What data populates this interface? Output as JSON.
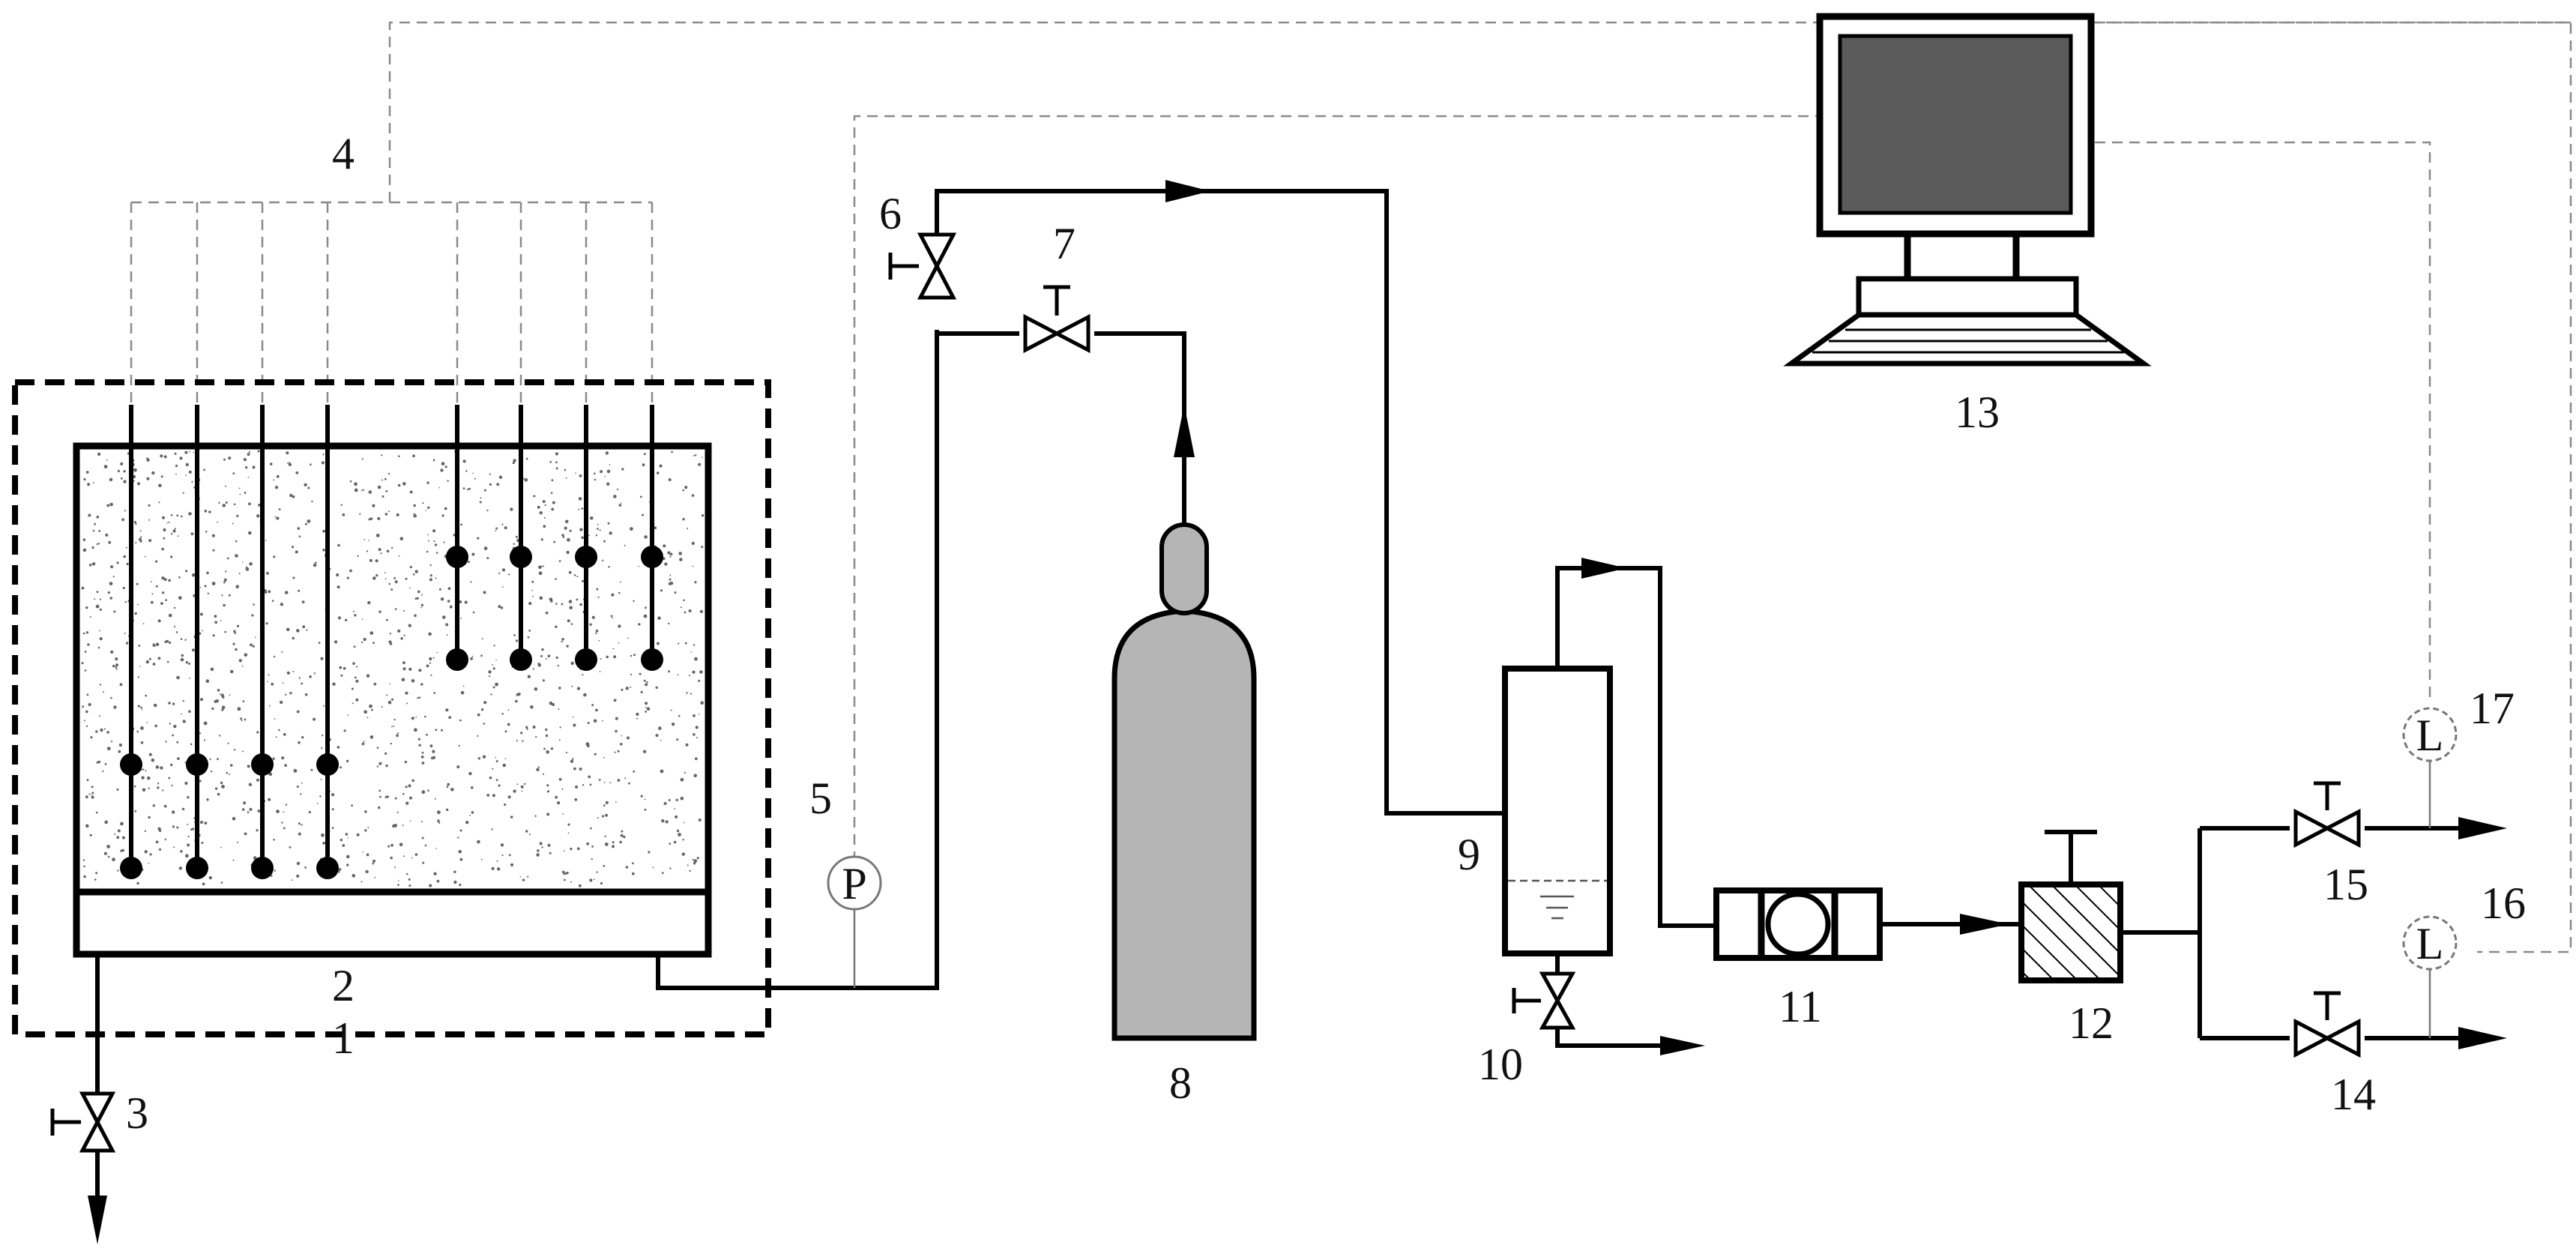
{
  "labels": {
    "l1": "1",
    "l2": "2",
    "l3": "3",
    "l4": "4",
    "l5": "5",
    "l6": "6",
    "l7": "7",
    "l8": "8",
    "l9": "9",
    "l10": "10",
    "l11": "11",
    "l12": "12",
    "l13": "13",
    "l14": "14",
    "l15": "15",
    "l16": "16",
    "l17": "17"
  },
  "gauges": {
    "pressure_symbol": "P",
    "level_symbol_upper": "L",
    "level_symbol_lower": "L"
  },
  "colors": {
    "line": "#000000",
    "signal_line": "#8a8a8a",
    "cylinder_fill": "#b5b5b5",
    "monitor_screen": "#5a5a5a",
    "sample_speckle": "#666666"
  }
}
